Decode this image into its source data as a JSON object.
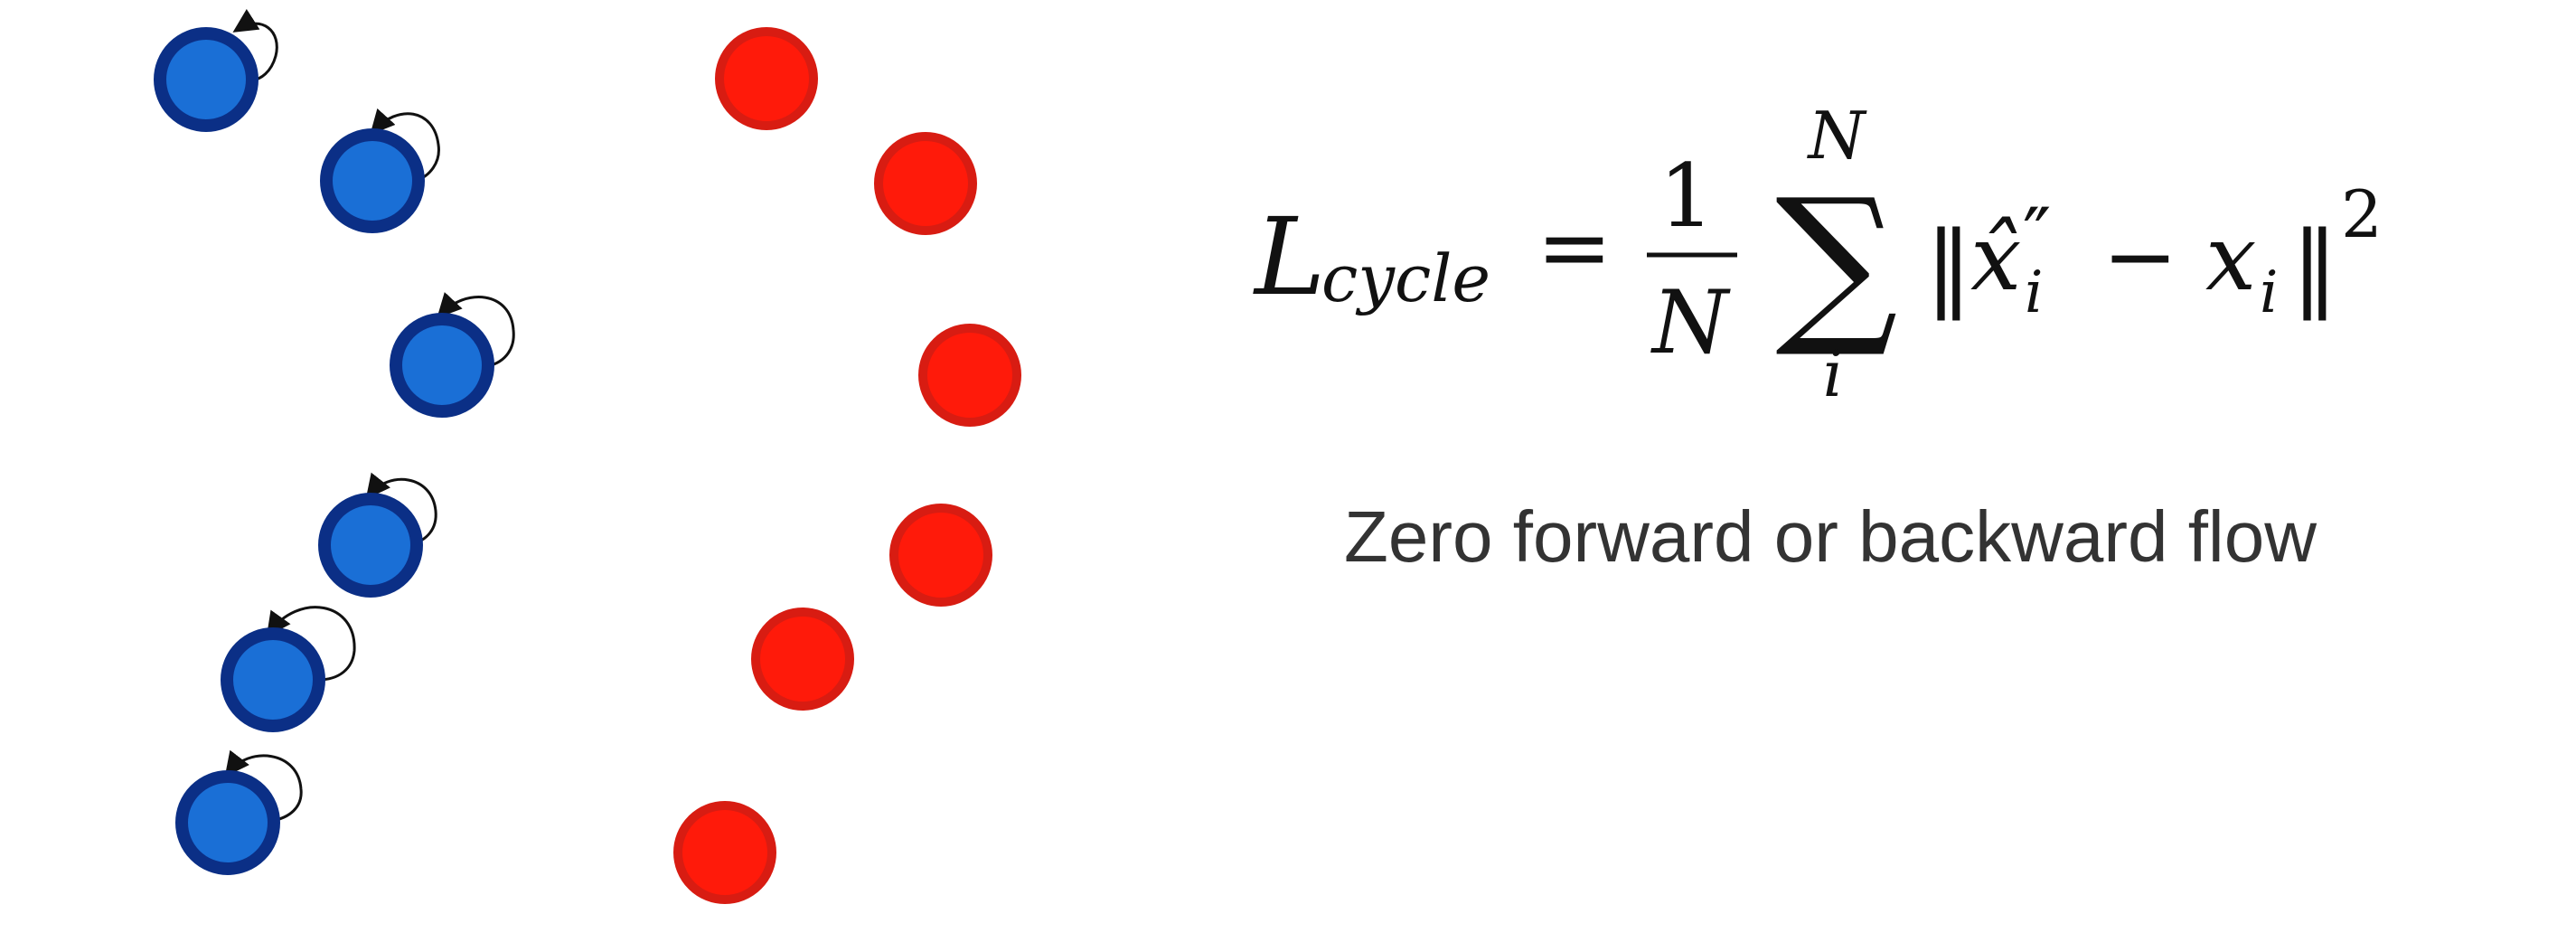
{
  "formula": {
    "loss_symbol": "L",
    "loss_subscript": "cycle",
    "equals": "=",
    "numerator": "1",
    "denominator": "N",
    "sum_symbol": "∑",
    "sum_upper": "N",
    "sum_lower": "i",
    "norm_open": "‖",
    "x_hat": "x̂",
    "primes": "″",
    "term_subscript": "i",
    "minus": "−",
    "x": "x",
    "x_subscript": "i",
    "norm_close": "‖",
    "exponent": "2"
  },
  "caption": "Zero forward or backward flow",
  "colors": {
    "blue_fill": "#1a6fd6",
    "blue_stroke": "#0b2f86",
    "red_fill": "#ff1a0a",
    "red_stroke": "#d81c12",
    "arrow": "#111111",
    "text": "#333333"
  }
}
